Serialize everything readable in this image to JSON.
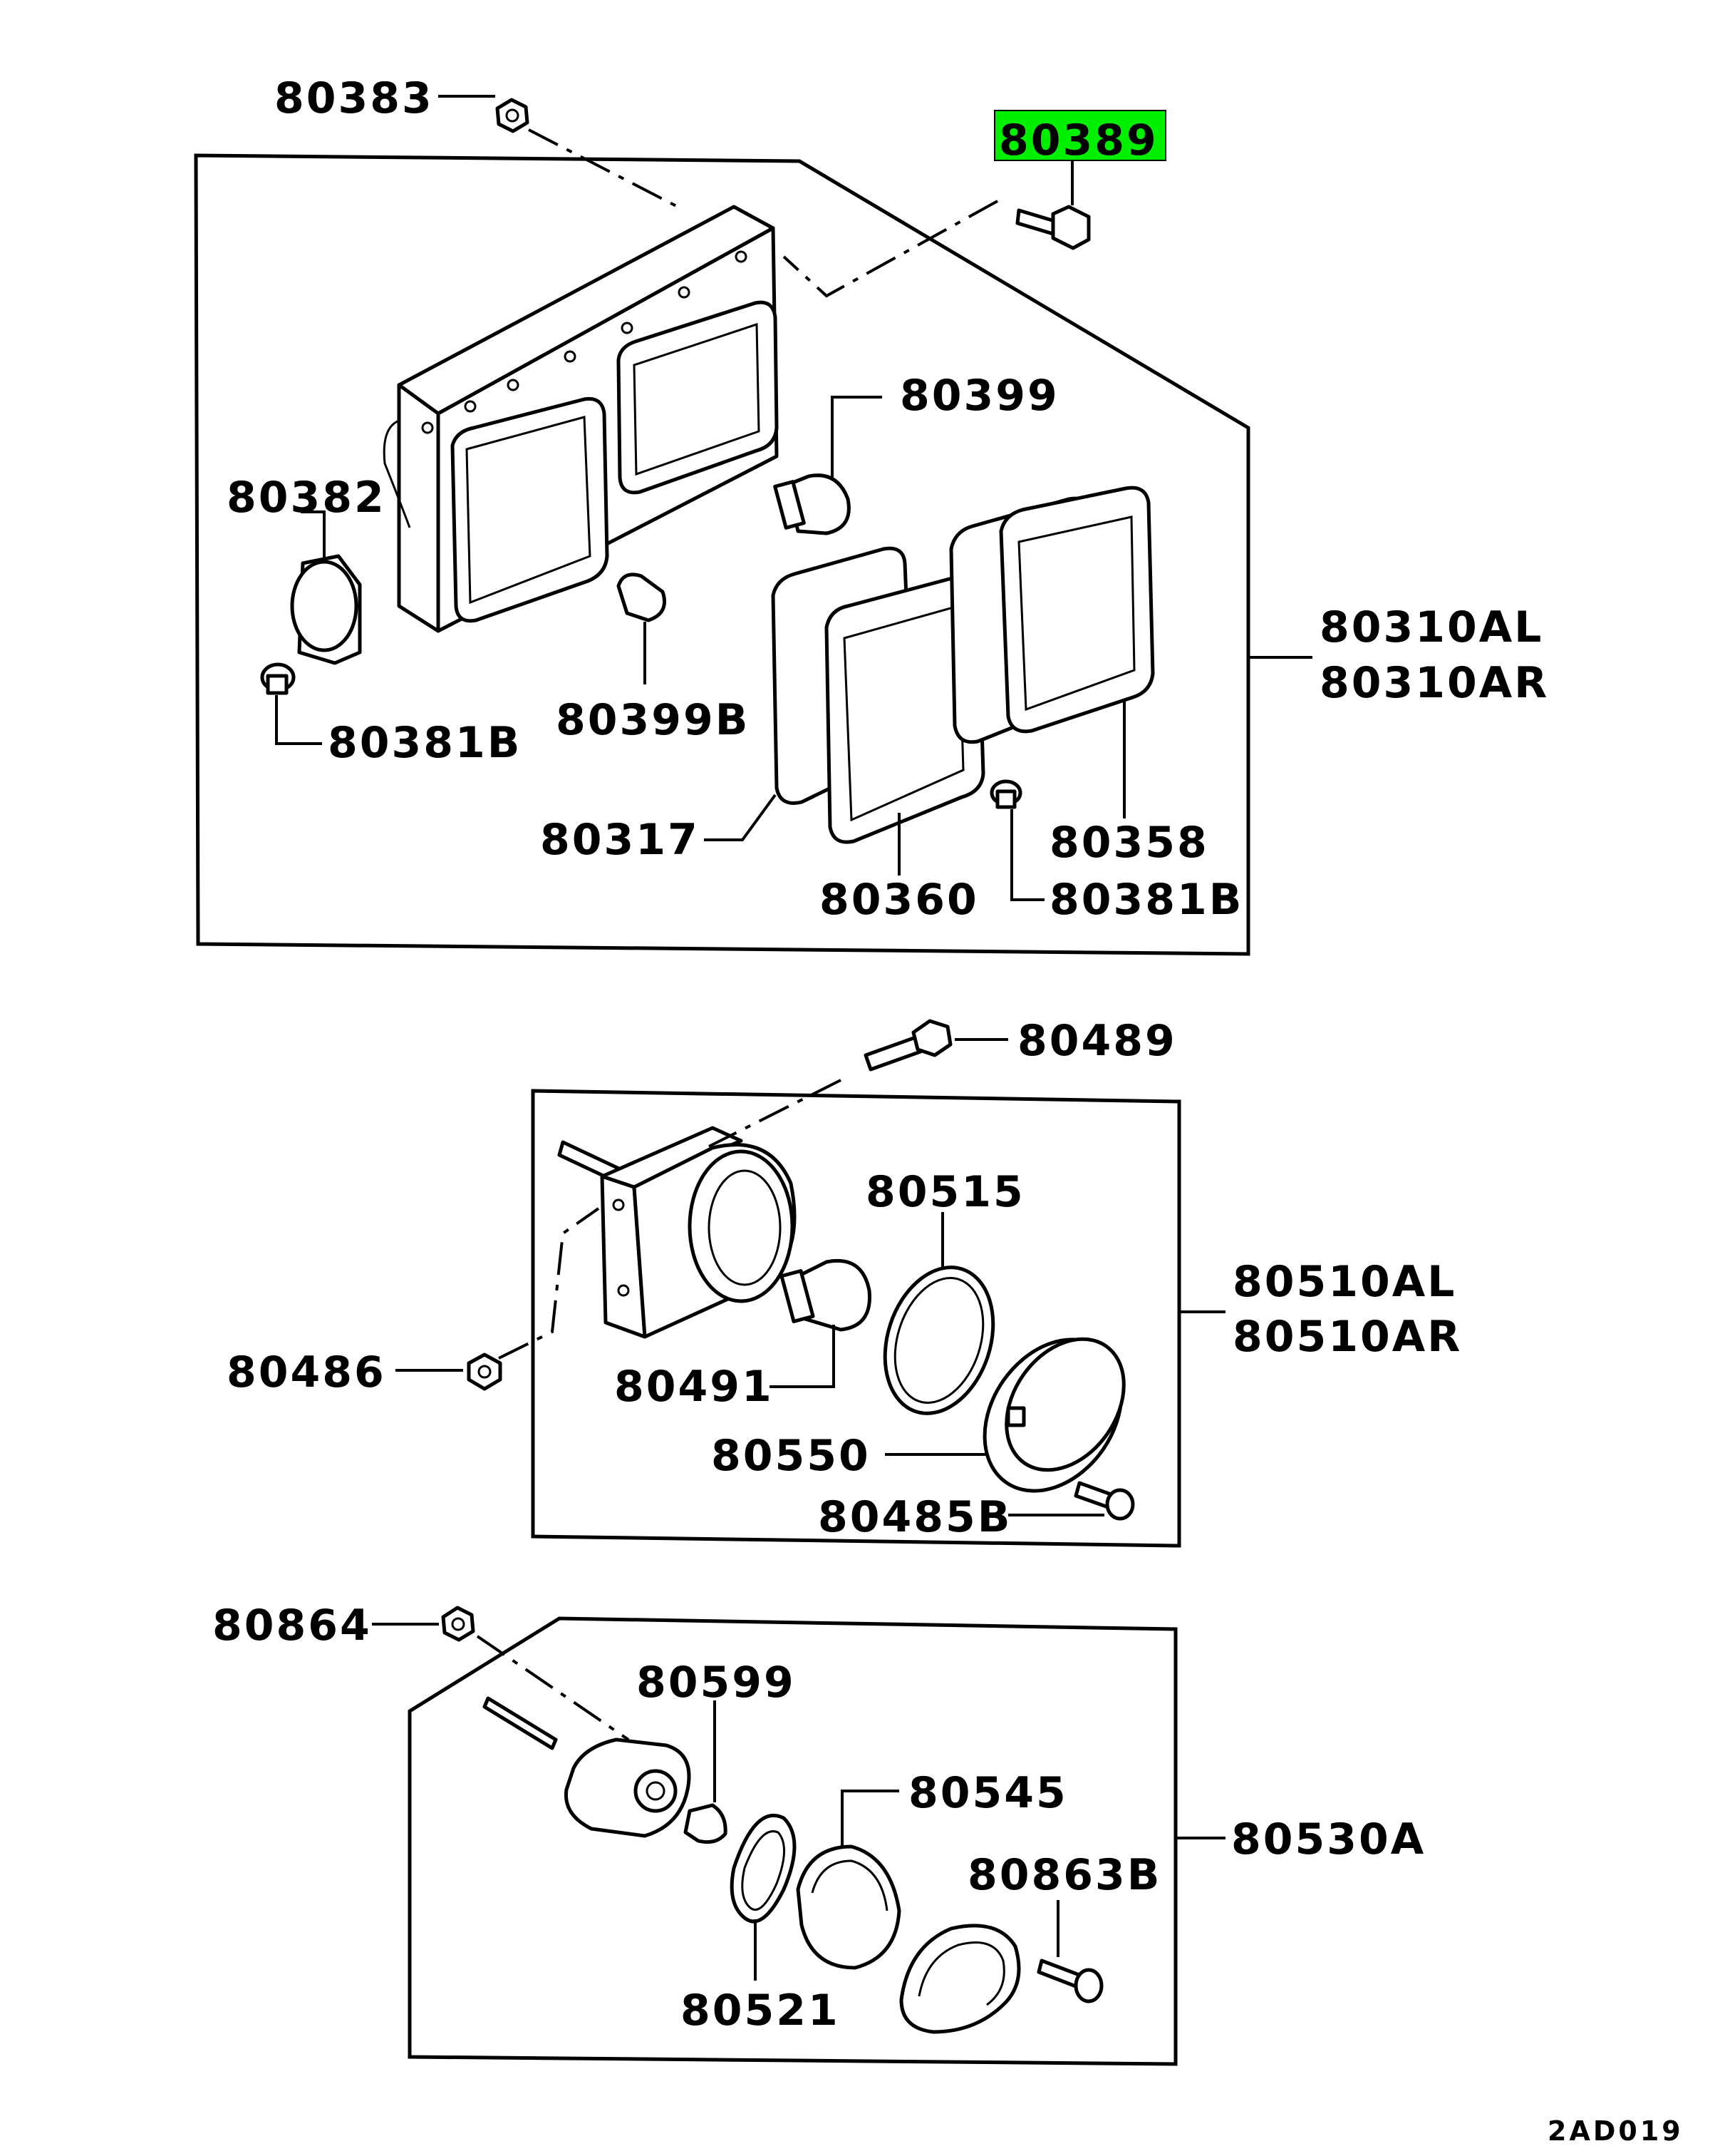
{
  "diagram_code": "2AD019",
  "highlighted_part": "80389",
  "highlight_color": "#00ff00",
  "groups": [
    {
      "id": "head-lamp",
      "assembly": [
        "80310AL",
        "80310AR"
      ],
      "labels": [
        "80383",
        "80389",
        "80399",
        "80382",
        "80381B",
        "80399B",
        "80317",
        "80360",
        "80358",
        "80381B"
      ]
    },
    {
      "id": "turn-signal-lamp",
      "assembly": [
        "80510AL",
        "80510AR"
      ],
      "labels": [
        "80489",
        "80515",
        "80486",
        "80491",
        "80550",
        "80485B"
      ]
    },
    {
      "id": "side-marker-lamp",
      "assembly": [
        "80530A"
      ],
      "labels": [
        "80864",
        "80599",
        "80545",
        "80863B",
        "80521"
      ]
    }
  ]
}
